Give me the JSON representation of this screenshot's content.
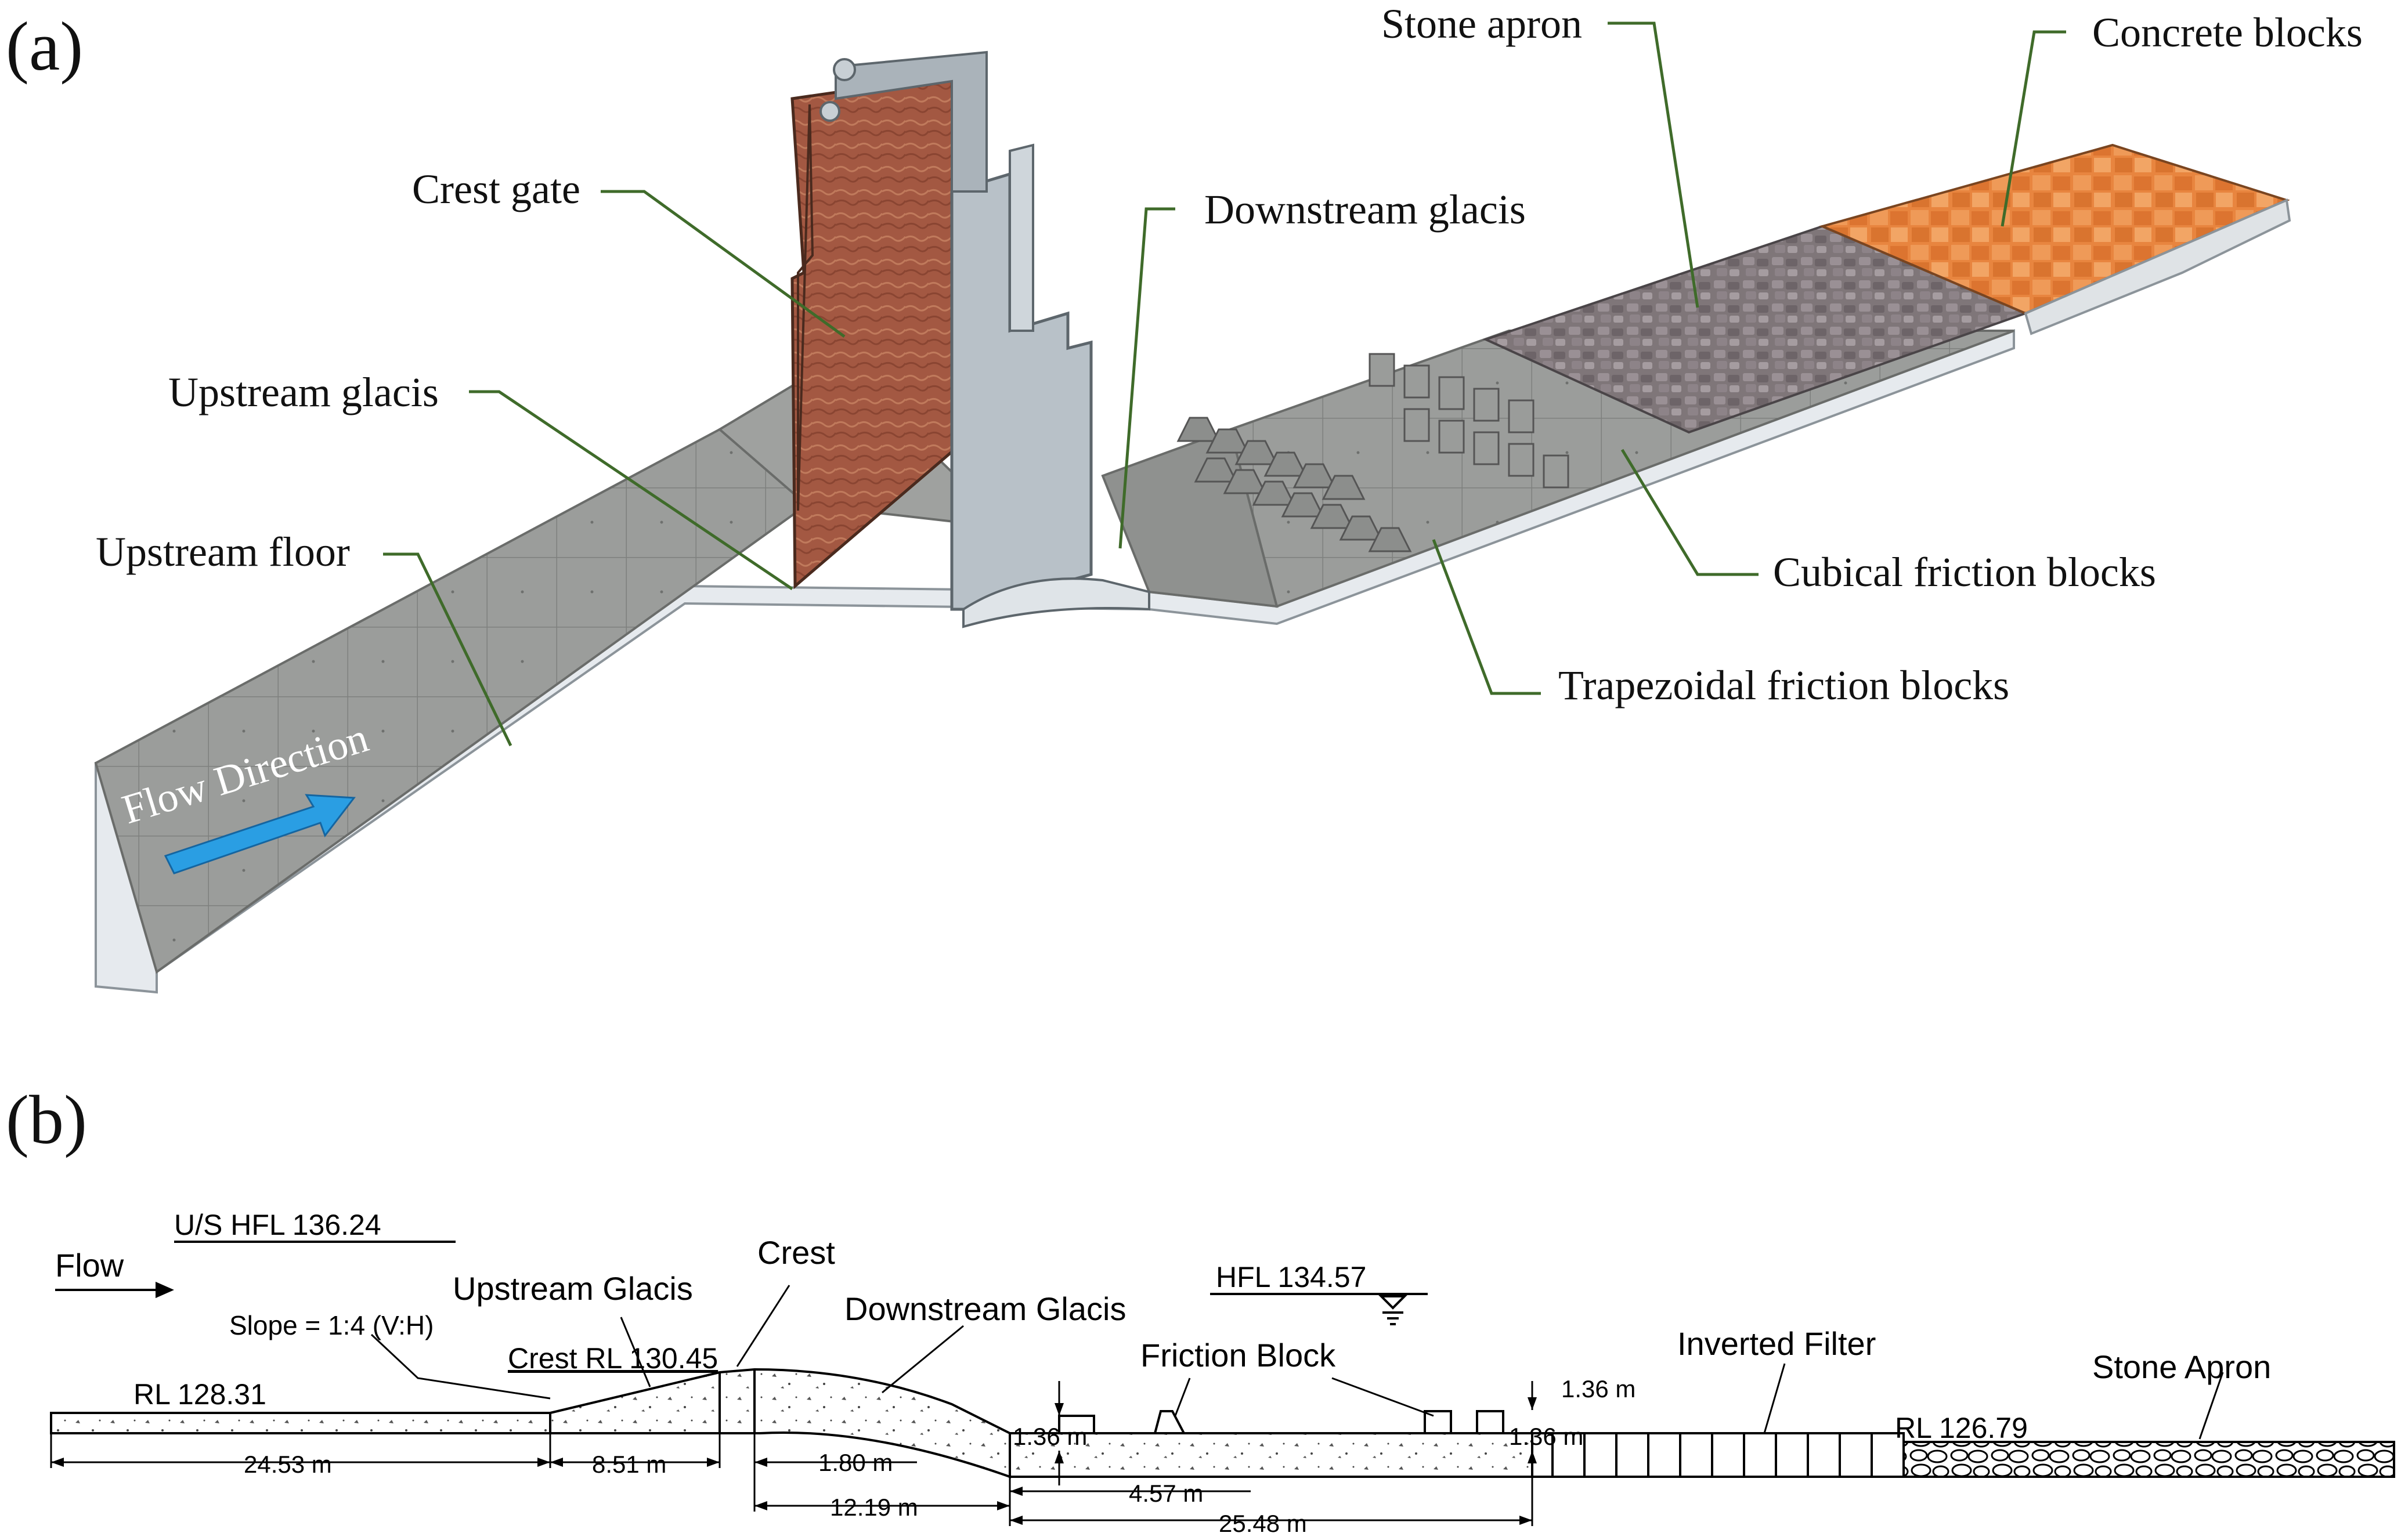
{
  "panel_a": {
    "label": "(a)",
    "callouts": {
      "crest_gate": "Crest gate",
      "upstream_glacis": "Upstream glacis",
      "upstream_floor": "Upstream floor",
      "downstream_glacis": "Downstream glacis",
      "stone_apron": "Stone apron",
      "concrete_blocks": "Concrete blocks",
      "cubical_friction_blocks": "Cubical friction blocks",
      "trapezoidal_friction_blocks": "Trapezoidal friction blocks"
    },
    "flow_direction": "Flow Direction",
    "colors": {
      "floor": "#9a9c9a",
      "floor_side": "#e6eaee",
      "gate_wood": "#a85a40",
      "pier": "#b9c2c9",
      "stone": "#7d7478",
      "concrete": "#e8843e",
      "arrow": "#2a9ee3",
      "leader": "#3f6b2a"
    }
  },
  "panel_b": {
    "label": "(b)",
    "flow": "Flow",
    "us_hfl": "U/S HFL 136.24",
    "hfl": "HFL 134.57",
    "crest": "Crest",
    "upstream_glacis": "Upstream Glacis",
    "downstream_glacis": "Downstream Glacis",
    "slope": "Slope = 1:4 (V:H)",
    "crest_rl": "Crest RL 130.45",
    "rl_upstream": "RL 128.31",
    "rl_downstream": "RL 126.79",
    "friction_block": "Friction Block",
    "inverted_filter": "Inverted Filter",
    "stone_apron": "Stone Apron",
    "dims": {
      "d1": "24.53 m",
      "d2": "8.51 m",
      "d3": "1.80 m",
      "d4": "12.19 m",
      "d5": "1.36 m",
      "d6": "4.57 m",
      "d7": "25.48 m",
      "d8": "1.36 m",
      "d9": "1.36 m"
    }
  }
}
